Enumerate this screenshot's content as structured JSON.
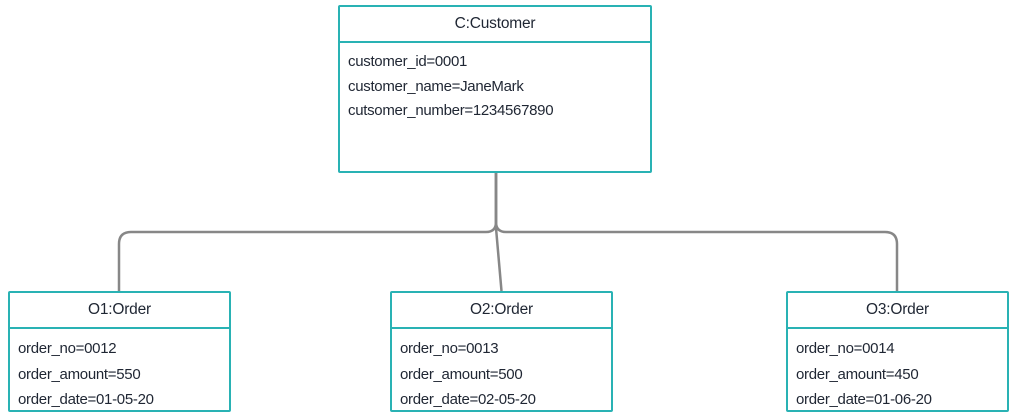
{
  "diagram": {
    "customer": {
      "title": "C:Customer",
      "attributes": [
        "customer_id=0001",
        "customer_name=JaneMark",
        "cutsomer_number=1234567890"
      ]
    },
    "orders": [
      {
        "title": "O1:Order",
        "attributes": [
          "order_no=0012",
          "order_amount=550",
          "order_date=01-05-20"
        ]
      },
      {
        "title": "O2:Order",
        "attributes": [
          "order_no=0013",
          "order_amount=500",
          "order_date=02-05-20"
        ]
      },
      {
        "title": "O3:Order",
        "attributes": [
          "order_no=0014",
          "order_amount=450",
          "order_date=01-06-20"
        ]
      }
    ],
    "colors": {
      "node_border": "#29b2b4",
      "connector": "#878787",
      "text": "#1f2633",
      "background": "#ffffff"
    }
  }
}
